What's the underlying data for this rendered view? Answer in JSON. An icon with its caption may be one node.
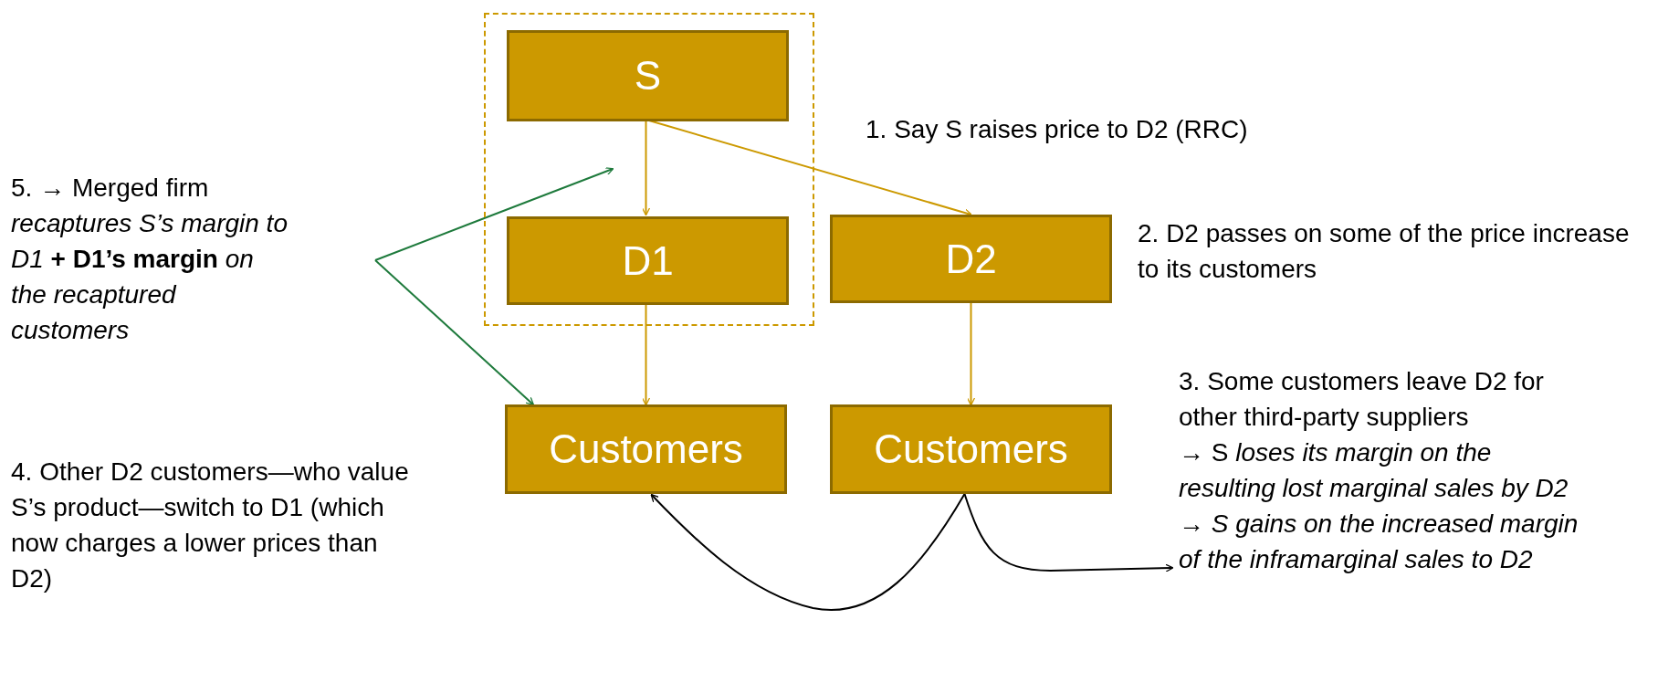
{
  "diagram": {
    "nodes": [
      {
        "text": [],
        "shape": "box"
      },
      {
        "text": [
          "S"
        ],
        "in": 0
      },
      {
        "text": [
          "D1"
        ],
        "in": 0
      },
      {
        "text": [
          "D2"
        ]
      },
      {
        "text": [
          "Customers"
        ]
      },
      {
        "text": [
          "Customers"
        ]
      },
      {
        "text": [
          "5. → Merged firm *recaptures S’s margin to D1* **+ D1’s margin** *on the recaptured customers*"
        ]
      },
      {
        "text": [
          "3. Some customers leave D2 for other third-party suppliers",
          "→ S *loses its margin on the resulting lost marginal sales by D2*",
          "→ *S gains on the increased margin of the inframarginal sales to D2*"
        ]
      }
    ],
    "edges": [
      {
        "from": 1,
        "to": 2,
        "arrow": "to"
      },
      {
        "from": 1,
        "to": 3,
        "arrow": "to"
      },
      {
        "from": 2,
        "to": 4,
        "arrow": "to"
      },
      {
        "from": 3,
        "to": 5,
        "arrow": "to"
      },
      {
        "from": 6,
        "to": null,
        "arrow": "to",
        "color": "#1e7a3c"
      },
      {
        "from": 6,
        "to": 4,
        "arrow": "to",
        "color": "#1e7a3c"
      },
      {
        "from": 5,
        "to": 4,
        "arrow": "to",
        "color": "#000000"
      },
      {
        "from": 5,
        "to": 7,
        "arrow": "to",
        "color": "#000000"
      }
    ],
    "labels": [
      "1. Say S raises price to D2 (RRC)",
      "2. D2 passes on some of the price increase to its customers",
      "4. Other D2 customers—who value S’s product—switch to D1 (which now charges a lower prices than D2)"
    ]
  }
}
